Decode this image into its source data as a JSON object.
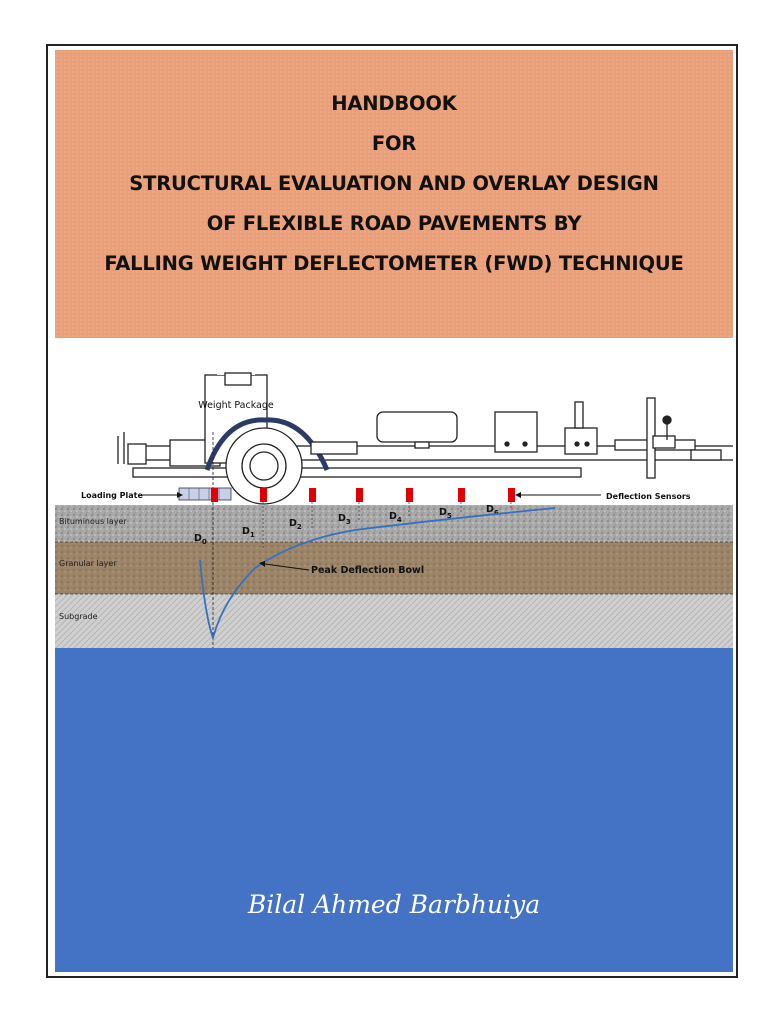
{
  "title": {
    "lines": [
      "HANDBOOK",
      "FOR",
      "STRUCTURAL EVALUATION AND OVERLAY DESIGN",
      "OF FLEXIBLE ROAD PAVEMENTS BY",
      "FALLING WEIGHT DEFLECTOMETER (FWD) TECHNIQUE"
    ]
  },
  "diagram": {
    "weight_package": "Weight Package",
    "loading_plate": "Loading Plate",
    "deflection_sensors": "Deflection Sensors",
    "peak_bowl": "Peak Deflection Bowl",
    "layers": {
      "bituminous": "Bituminous layer",
      "granular": "Granular layer",
      "subgrade": "Subgrade"
    },
    "sensor_labels": [
      {
        "base": "D",
        "sub": "0"
      },
      {
        "base": "D",
        "sub": "1"
      },
      {
        "base": "D",
        "sub": "2"
      },
      {
        "base": "D",
        "sub": "3"
      },
      {
        "base": "D",
        "sub": "4"
      },
      {
        "base": "D",
        "sub": "5"
      },
      {
        "base": "D",
        "sub": "6"
      }
    ]
  },
  "author": "Bilal Ahmed Barbhuiya",
  "colors": {
    "title_band": "#e9a07a",
    "author_band": "#4472c4",
    "sensor": "#e00000",
    "curve": "#3a6fc0"
  }
}
